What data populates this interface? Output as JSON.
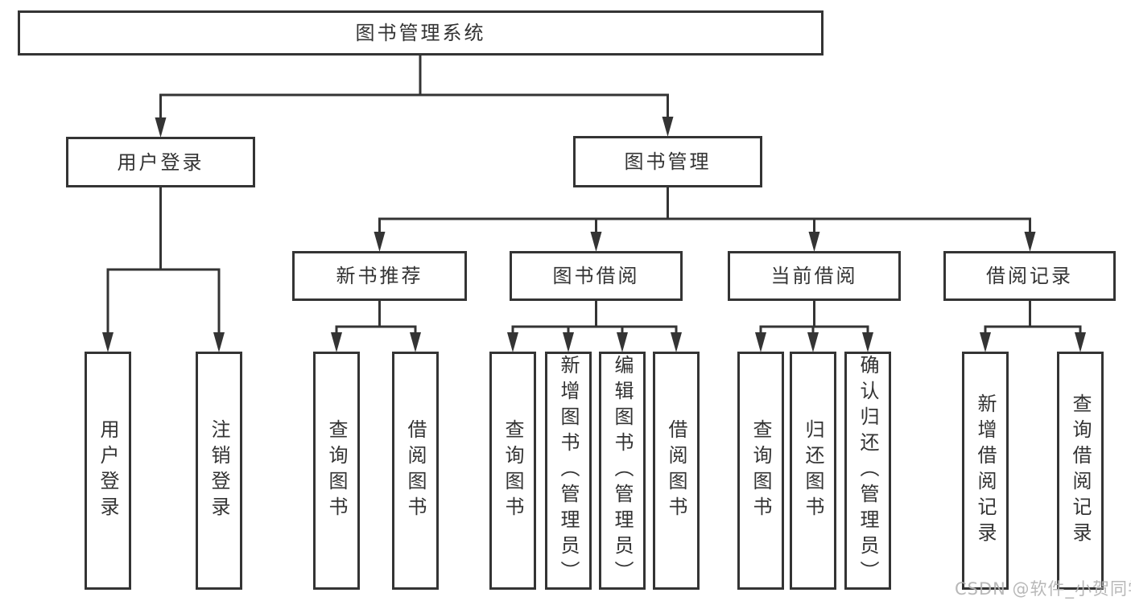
{
  "colors": {
    "line": "#343434",
    "border": "#343434",
    "text": "#333333",
    "background": "#ffffff",
    "watermark": "#b2b2b2"
  },
  "watermark": "CSDN @软件_小贺同学",
  "tree": {
    "label": "图书管理系统",
    "children": [
      {
        "label": "用户登录",
        "children": [
          {
            "label": "用户登录"
          },
          {
            "label": "注销登录"
          }
        ]
      },
      {
        "label": "图书管理",
        "children": [
          {
            "label": "新书推荐",
            "children": [
              {
                "label": "查询图书"
              },
              {
                "label": "借阅图书"
              }
            ]
          },
          {
            "label": "图书借阅",
            "children": [
              {
                "label": "查询图书"
              },
              {
                "label": "新增图书（管理员）"
              },
              {
                "label": "编辑图书（管理员）"
              },
              {
                "label": "借阅图书"
              }
            ]
          },
          {
            "label": "当前借阅",
            "children": [
              {
                "label": "查询图书"
              },
              {
                "label": "归还图书"
              },
              {
                "label": "确认归还（管理员）"
              }
            ]
          },
          {
            "label": "借阅记录",
            "children": [
              {
                "label": "新增借阅记录"
              },
              {
                "label": "查询借阅记录"
              }
            ]
          }
        ]
      }
    ]
  }
}
